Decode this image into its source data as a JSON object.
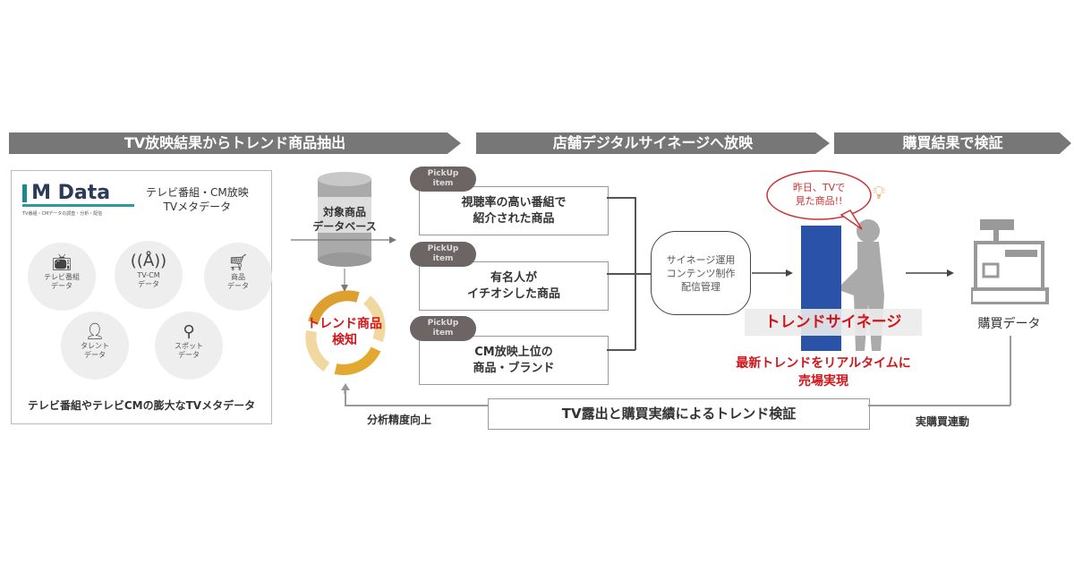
{
  "headers": [
    "TV放映結果からトレンド商品抽出",
    "店舗デジタルサイネージへ放映",
    "購買結果で検証"
  ],
  "left_panel": {
    "logo": "M Data",
    "logo_sub": "TV番組・CMデータの調査・分析・配信",
    "title_line1": "テレビ番組・CM放映",
    "title_line2": "TVメタデータ",
    "items": [
      {
        "icon": "tv-icon",
        "line1": "テレビ番組",
        "line2": "データ"
      },
      {
        "icon": "antenna-icon",
        "line1": "TV-CM",
        "line2": "データ"
      },
      {
        "icon": "cart-icon",
        "line1": "商品",
        "line2": "データ"
      },
      {
        "icon": "person-icon",
        "line1": "タレント",
        "line2": "データ"
      },
      {
        "icon": "location-pin-icon",
        "line1": "スポット",
        "line2": "データ"
      }
    ],
    "footer": "テレビ番組やテレビCMの膨大なTVメタデータ"
  },
  "database": {
    "line1": "対象商品",
    "line2": "データベース"
  },
  "trend_detect": {
    "line1": "トレンド商品",
    "line2": "検知"
  },
  "pickup_badge": {
    "line1": "PickUp",
    "line2": "item"
  },
  "pickups": [
    {
      "line1": "視聴率の高い番組で",
      "line2": "紹介された商品"
    },
    {
      "line1": "有名人が",
      "line2": "イチオシした商品"
    },
    {
      "line1": "CM放映上位の",
      "line2": "商品・ブランド"
    }
  ],
  "signage_ops": {
    "line1": "サイネージ運用",
    "line2": "コンテンツ制作",
    "line3": "配信管理"
  },
  "bubble": {
    "line1": "昨日、TVで",
    "line2": "見た商品!!"
  },
  "signage_label": "トレンドサイネージ",
  "tagline": {
    "line1": "最新トレンドをリアルタイムに",
    "line2": "売場実現"
  },
  "purchase_data": "購買データ",
  "verify_box": "TV露出と購買実績によるトレンド検証",
  "feedback_label": "分析精度向上",
  "purchase_link_label": "実購買連動",
  "colors": {
    "header": "#777777",
    "accent_red": "#d0161b",
    "signage_blue": "#2a52a8",
    "cycle_gold": "#e0a830"
  }
}
